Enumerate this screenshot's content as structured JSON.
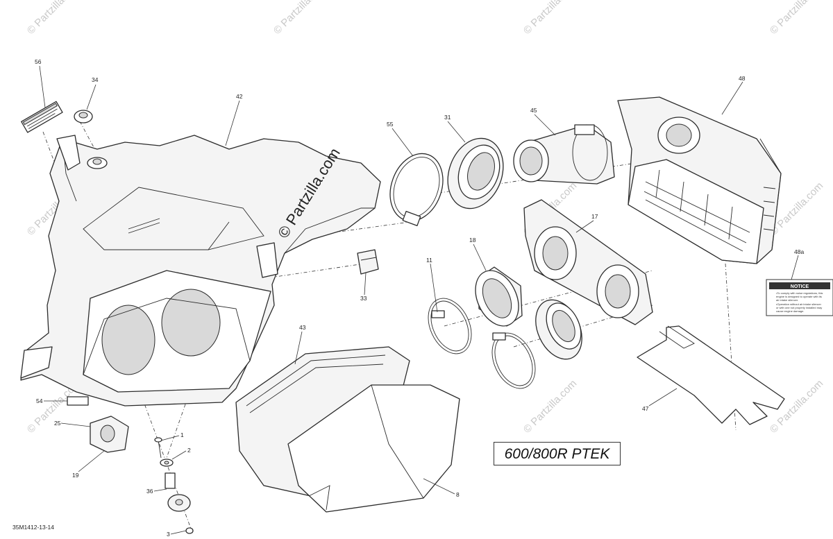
{
  "diagram": {
    "model_label": "600/800R PTEK",
    "drawing_code": "35M1412-13-14",
    "watermark_small": "© Partzilla.com",
    "watermark_center": "© Partzilla.com",
    "notice_label": {
      "heading": "NOTICE",
      "lines": [
        "•To comply with noise regulations, this",
        "engine is designed to operate with its",
        "air intake silencer.",
        "•Operation without air intake silencer",
        "or with one not properly installed may",
        "cause engine damage."
      ]
    },
    "callouts": [
      "56",
      "34",
      "42",
      "55",
      "31",
      "45",
      "48",
      "17",
      "18",
      "11",
      "33",
      "48a",
      "43",
      "47",
      "54",
      "25",
      "1",
      "2",
      "19",
      "36",
      "8",
      "3"
    ]
  },
  "colors": {
    "line": "#2b2b2b",
    "watermark": "#c9c9c9",
    "background": "#ffffff"
  }
}
